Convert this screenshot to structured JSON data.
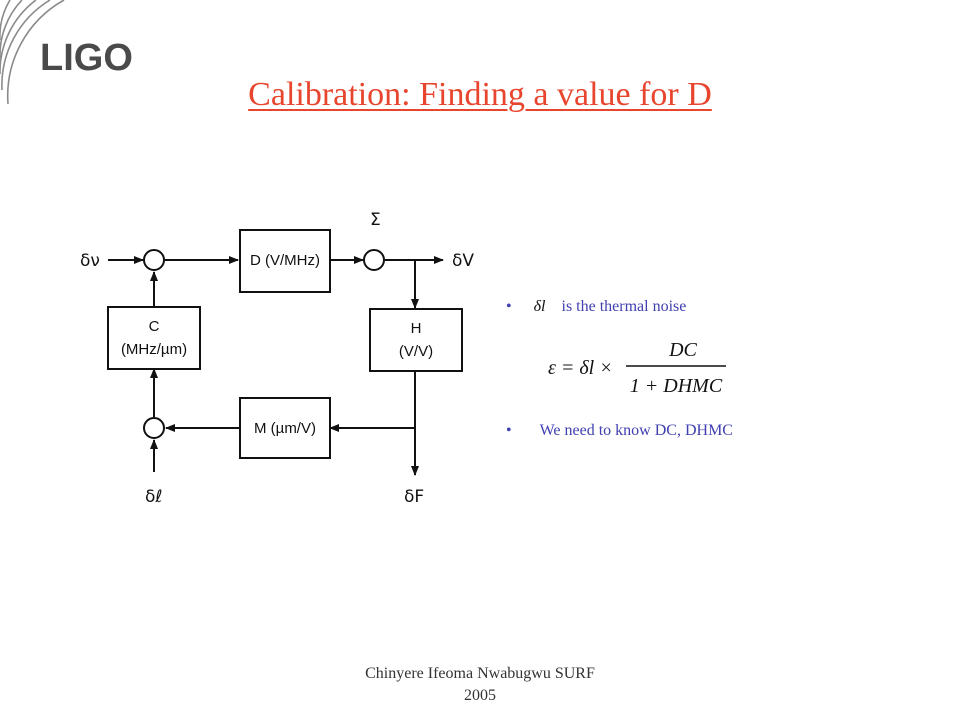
{
  "logo": {
    "text": "LIGO"
  },
  "title": "Calibration: Finding a value for D",
  "diagram": {
    "sum_label": "Σ",
    "input_nu": "δν",
    "output_v": "δV",
    "input_l": "δℓ",
    "output_f": "δF",
    "block_d": "D (V/MHz)",
    "block_c_line1": "C",
    "block_c_line2": "(MHz/µm)",
    "block_h_line1": "H",
    "block_h_line2": "(V/V)",
    "block_m": "M (µm/V)"
  },
  "bullets": {
    "item1_symbol": "δl",
    "item1_text": "is the thermal noise",
    "item2_text": "We need to know DC, DHMC"
  },
  "formula": {
    "lhs": "ε = δl ×",
    "numerator": "DC",
    "denominator": "1 + DHMC"
  },
  "footer": {
    "line1": "Chinyere Ifeoma Nwabugwu SURF",
    "line2": "2005"
  },
  "colors": {
    "title": "#e8452e",
    "bullet_text": "#4040b0",
    "logo_text": "#4a4a4a"
  }
}
